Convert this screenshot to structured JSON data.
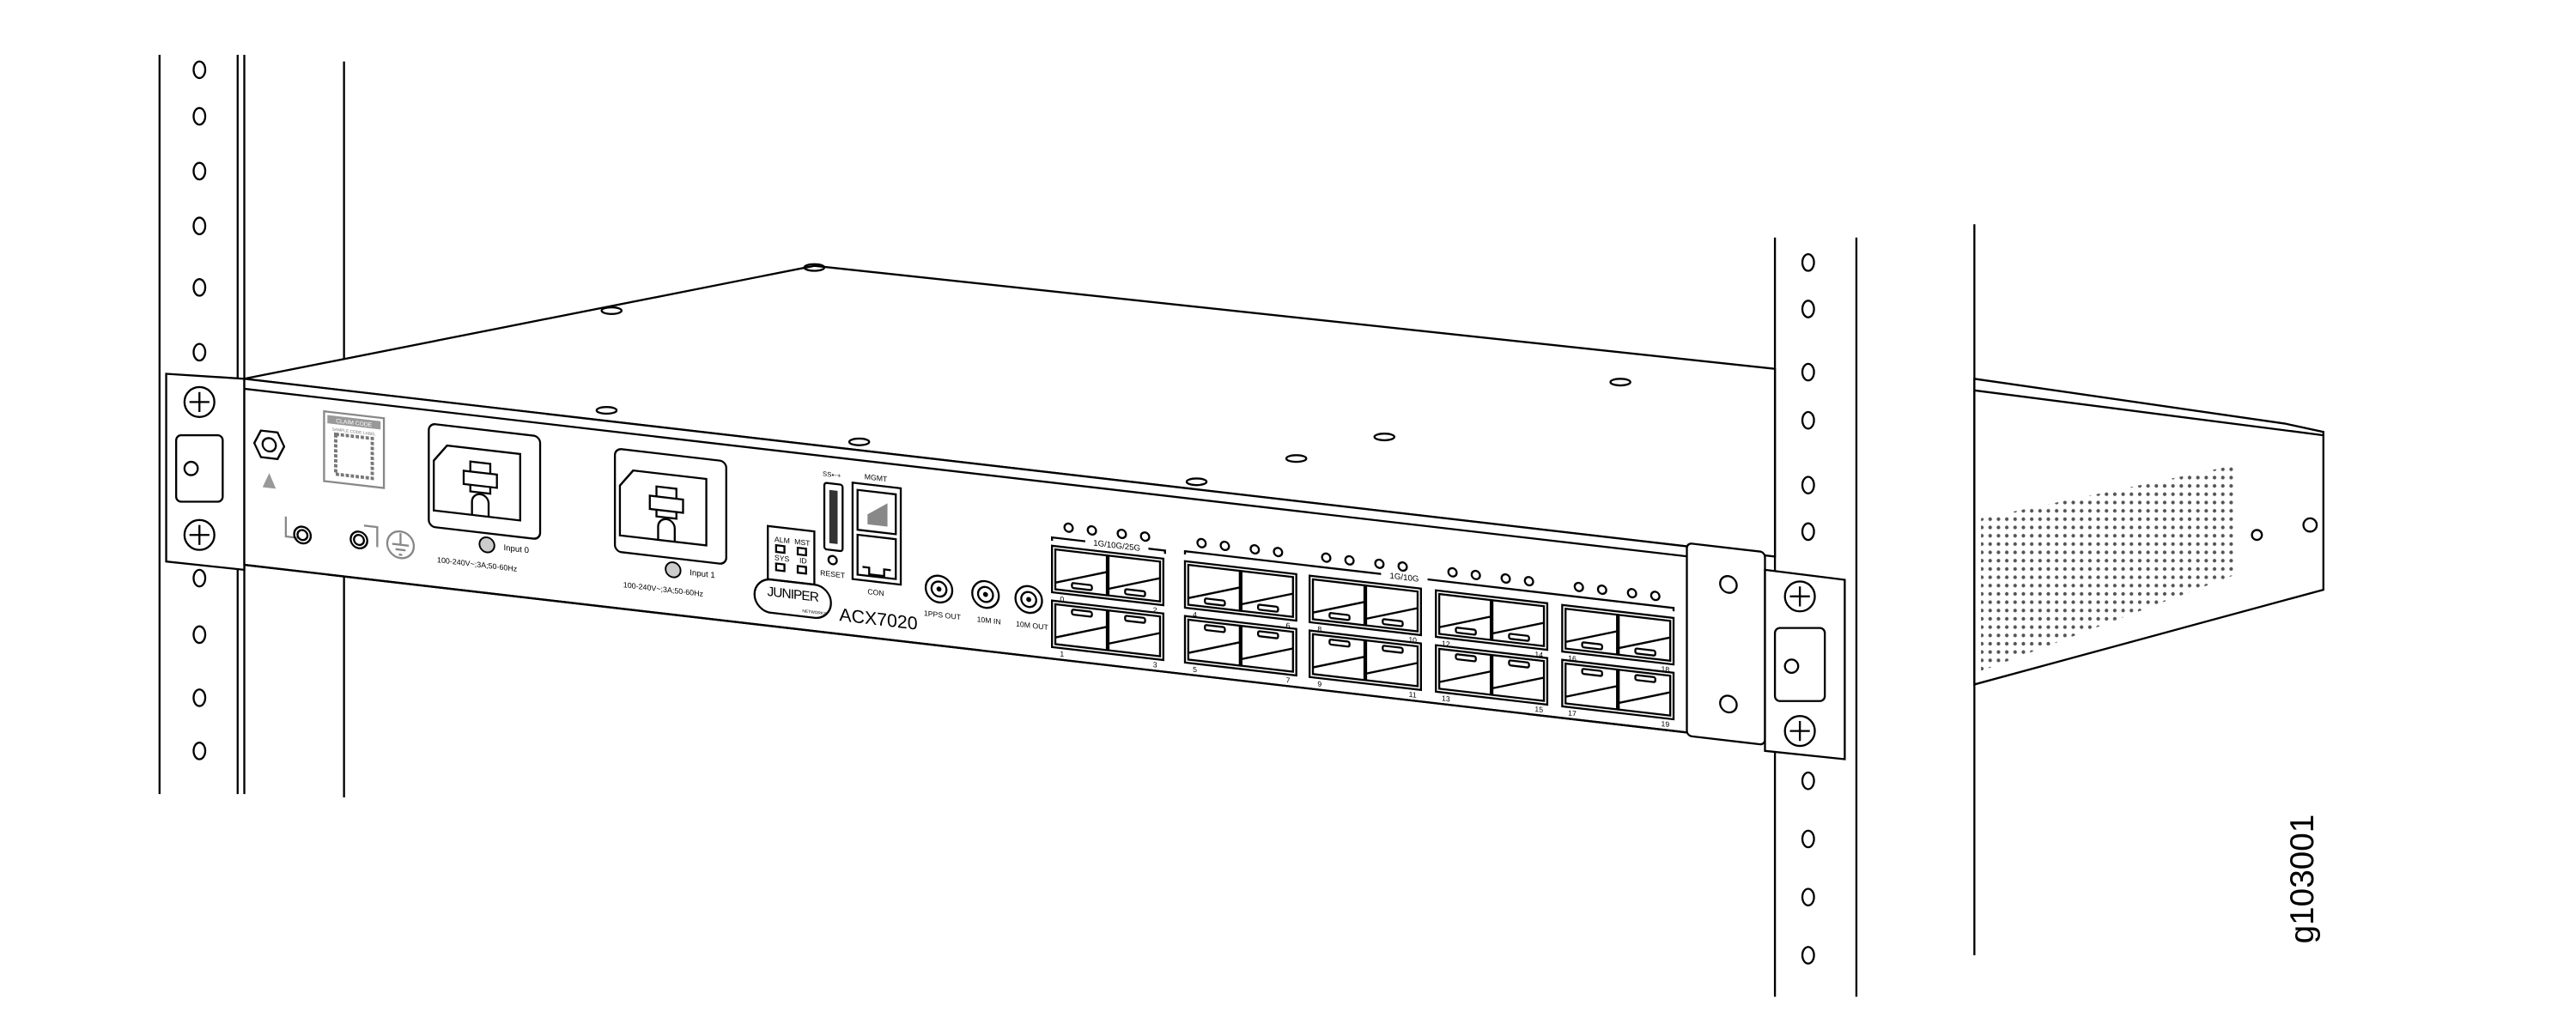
{
  "figure_id": "g103001",
  "device": {
    "model": "ACX7020",
    "brand": "JUNIPER",
    "brand_sub": "NETWORKS",
    "claim_label": {
      "title": "CLAIM CODE",
      "subtitle": "SAMPLE CODE LABEL"
    },
    "power": [
      {
        "label": "Input 0",
        "rating": "100-240V~;3A;50-60Hz"
      },
      {
        "label": "Input 1",
        "rating": "100-240V~;3A;50-60Hz"
      }
    ],
    "leds": [
      "ALM",
      "MST",
      "SYS",
      "ID"
    ],
    "usb_label": "SS⇠+",
    "reset_label": "RESET",
    "mgmt_label": "MGMT",
    "con_label": "CON",
    "timing_ports": [
      "1PPS OUT",
      "10M IN",
      "10M OUT"
    ],
    "port_speed_labels": [
      "1G/10G/25G",
      "1G/10G"
    ],
    "port_groups": [
      {
        "top": [
          "0",
          "2"
        ],
        "bottom": [
          "1",
          "3"
        ]
      },
      {
        "top": [
          "4",
          "6"
        ],
        "bottom": [
          "5",
          "7"
        ]
      },
      {
        "top": [
          "8",
          "10"
        ],
        "bottom": [
          "9",
          "11"
        ]
      },
      {
        "top": [
          "12",
          "14"
        ],
        "bottom": [
          "13",
          "15"
        ]
      },
      {
        "top": [
          "16",
          "18"
        ],
        "bottom": [
          "17",
          "19"
        ]
      }
    ]
  }
}
